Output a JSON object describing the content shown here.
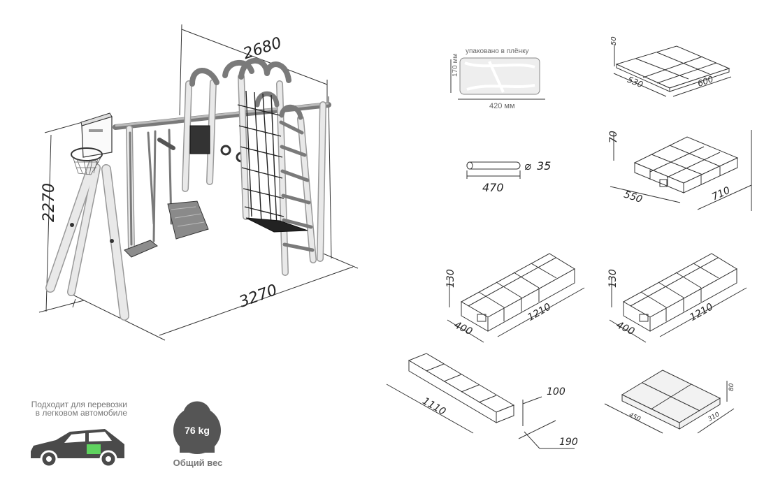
{
  "dimensions": {
    "frame_length": "2680",
    "frame_height": "2270",
    "frame_width": "3270"
  },
  "packages": {
    "film_note": "упаковано в плёнку",
    "film_height": "170 мм",
    "film_width": "420 мм",
    "tube_diameter": "35",
    "tube_length": "470",
    "box1": {
      "height": "50",
      "width": "530",
      "length": "600"
    },
    "box2": {
      "height": "70",
      "width": "550",
      "length": "710"
    },
    "box3": {
      "height": "130",
      "width": "400",
      "length": "1210"
    },
    "box4": {
      "height": "130",
      "width": "400",
      "length": "1210"
    },
    "box5": {
      "length": "1110",
      "height": "100",
      "width": "190"
    },
    "box6": {
      "width": "450",
      "length": "310",
      "height": "80"
    }
  },
  "transport_note": "Подходит для перевозки в легковом автомобиле",
  "weight": {
    "value": "76 kg",
    "label": "Общий вес"
  },
  "colors": {
    "frame": "#f0f0f0",
    "accent_gray": "#7a7a7a",
    "kettlebell": "#555555",
    "car_body": "#4a4a4a",
    "car_box": "#5fd35f"
  }
}
